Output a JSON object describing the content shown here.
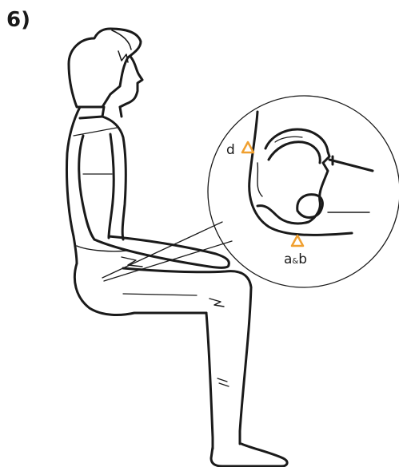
{
  "step": {
    "number": "6)"
  },
  "callouts": {
    "marker_d": "d",
    "marker_ab_a": "a",
    "marker_ab_amp": "&",
    "marker_ab_b": "b"
  },
  "colors": {
    "line": "#1a1a1a",
    "marker": "#f0a030",
    "background": "#ffffff"
  },
  "icons": {
    "marker_d": "warning-triangle-icon",
    "marker_ab": "warning-triangle-icon"
  }
}
